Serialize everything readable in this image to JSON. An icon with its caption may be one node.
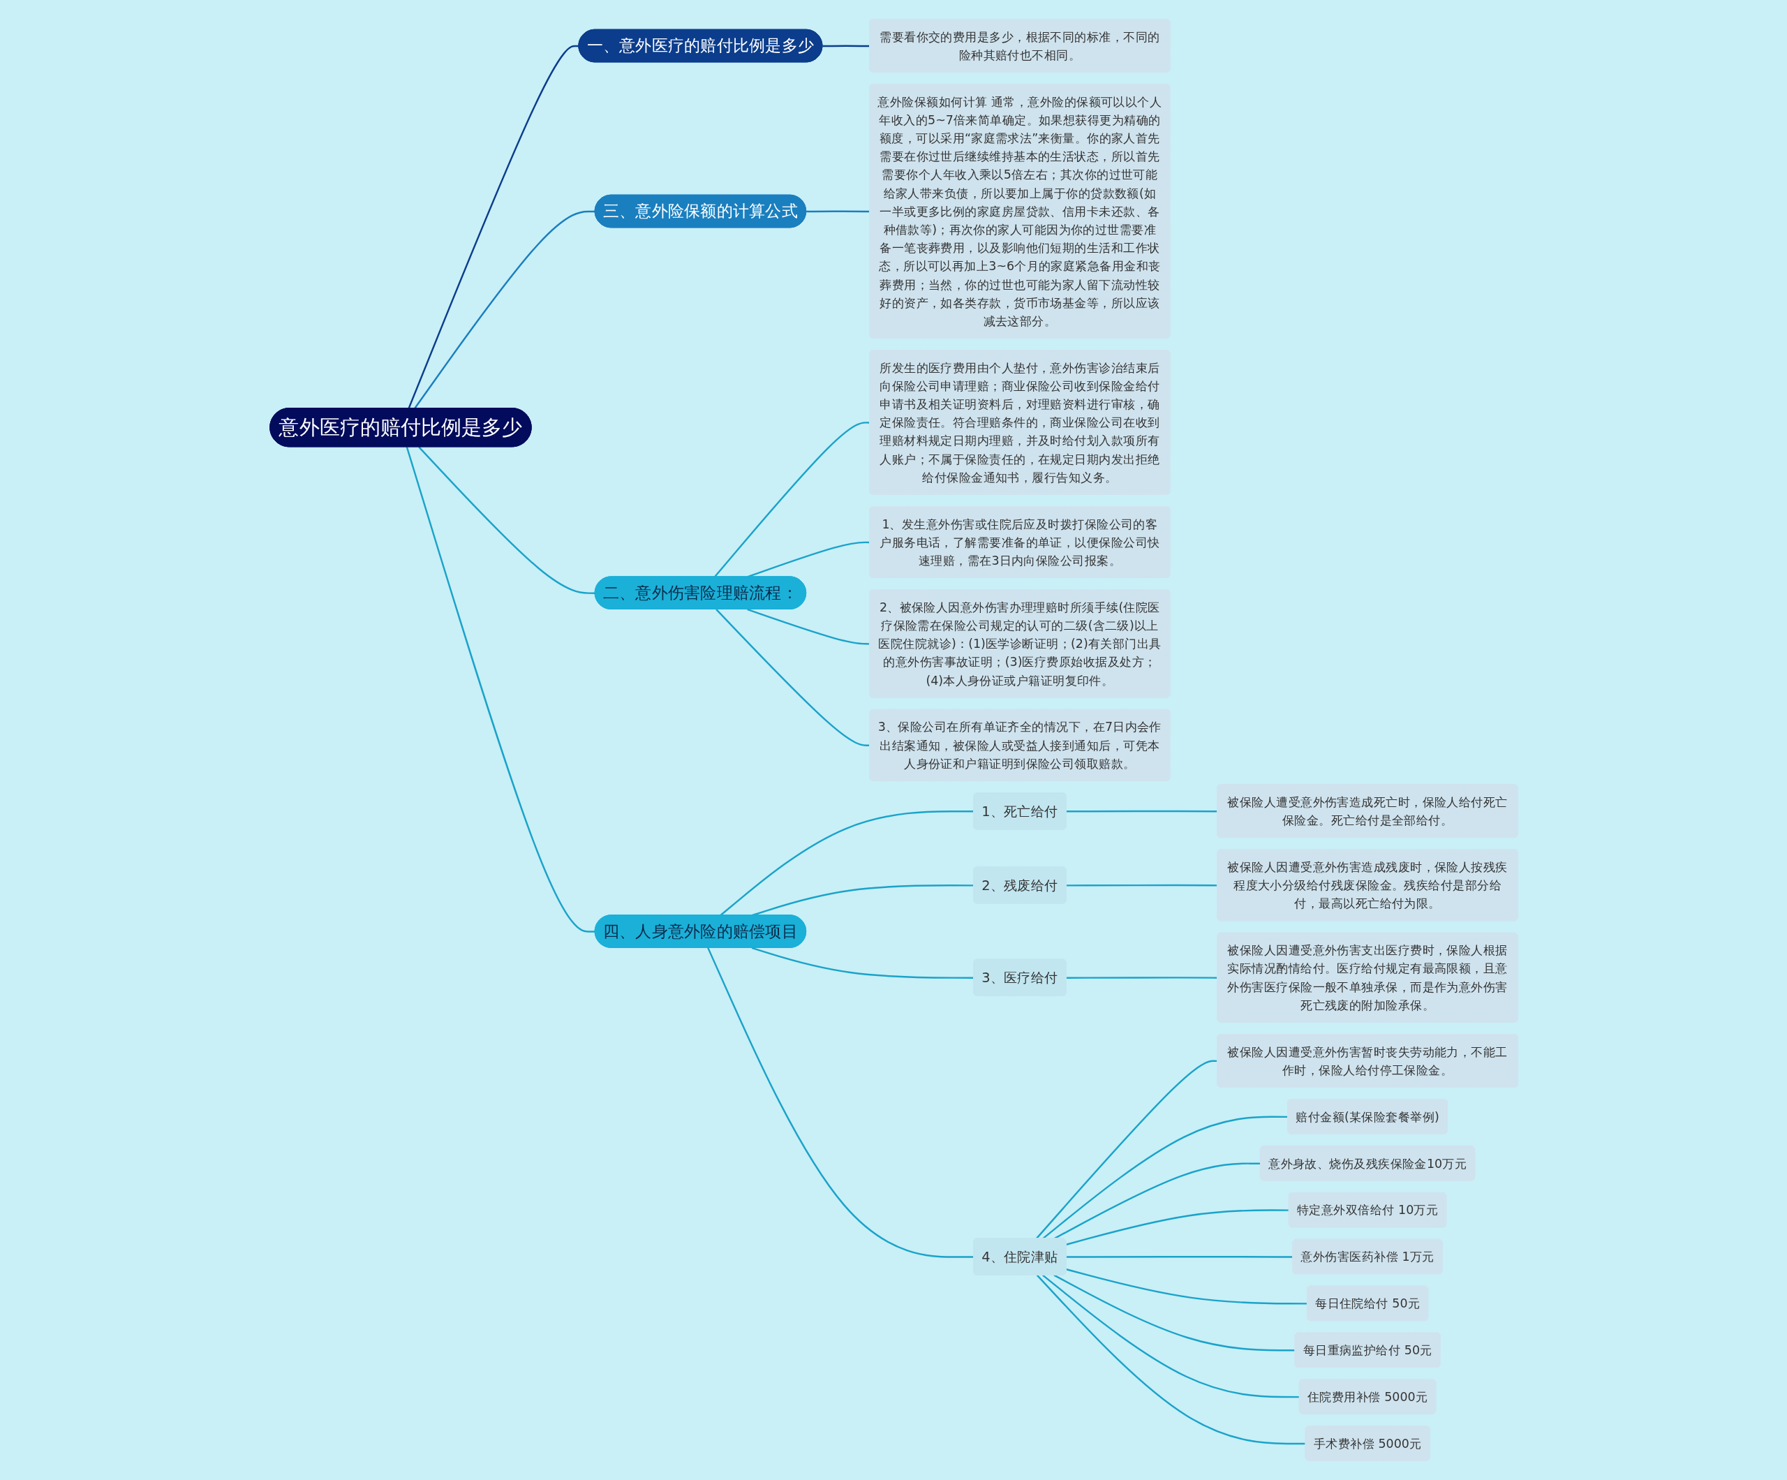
{
  "diagram": {
    "nodes": [
      {
        "text": [
          "意外医疗的赔付比例是多少"
        ]
      },
      {
        "text": [
          "一、意外医疗的赔付比例是多少"
        ]
      },
      {
        "text": [
          "需要看你交的费用是多少，根据不同的标准，不同的险种其赔付也不相同。"
        ]
      },
      {
        "text": [
          "三、意外险保额的计算公式"
        ]
      },
      {
        "text": [
          "意外险保额如何计算 通常，意外险的保额可以以个人年收入的5~7倍来简单确定。如果想获得更为精确的额度，可以采用“家庭需求法”来衡量。你的家人首先需要在你过世后继续维持基本的生活状态，所以首先需要你个人年收入乘以5倍左右；其次你的过世可能给家人带来负债，所以要加上属于你的贷款数额(如一半或更多比例的家庭房屋贷款、信用卡未还款、各种借款等)；再次你的家人可能因为你的过世需要准备一笔丧葬费用，以及影响他们短期的生活和工作状态，所以可以再加上3~6个月的家庭紧急备用金和丧葬费用；当然，你的过世也可能为家人留下流动性较好的资产，如各类存款，货币市场基金等，所以应该减去这部分。"
        ]
      },
      {
        "text": [
          "二、意外伤害险理赔流程："
        ]
      },
      {
        "text": [
          "所发生的医疗费用由个人垫付，意外伤害诊治结束后向保险公司申请理赔；商业保险公司收到保险金给付申请书及相关证明资料后，对理赔资料进行审核，确定保险责任。符合理赔条件的，商业保险公司在收到理赔材料规定日期内理赔，并及时给付划入款项所有人账户；不属于保险责任的，在规定日期内发出拒绝给付保险金通知书，履行告知义务。"
        ]
      },
      {
        "text": [
          "1、发生意外伤害或住院后应及时拨打保险公司的客户服务电话，了解需要准备的单证，以便保险公司快速理赔，需在3日内向保险公司报案。"
        ]
      },
      {
        "text": [
          "2、被保险人因意外伤害办理理赔时所须手续(住院医疗保险需在保险公司规定的认可的二级(含二级)以上医院住院就诊)：(1)医学诊断证明；(2)有关部门出具的意外伤害事故证明；(3)医疗费原始收据及处方；(4)本人身份证或户籍证明复印件。"
        ]
      },
      {
        "text": [
          "3、保险公司在所有单证齐全的情况下，在7日内会作出结案通知，被保险人或受益人接到通知后，可凭本人身份证和户籍证明到保险公司领取赔款。"
        ]
      },
      {
        "text": [
          "四、人身意外险的赔偿项目"
        ]
      },
      {
        "text": [
          "1、死亡给付"
        ]
      },
      {
        "text": [
          "被保险人遭受意外伤害造成死亡时，保险人给付死亡保险金。死亡给付是全部给付。"
        ]
      },
      {
        "text": [
          "2、残废给付"
        ]
      },
      {
        "text": [
          "被保险人因遭受意外伤害造成残废时，保险人按残疾程度大小分级给付残废保险金。残疾给付是部分给付，最高以死亡给付为限。"
        ]
      },
      {
        "text": [
          "3、医疗给付"
        ]
      },
      {
        "text": [
          "被保险人因遭受意外伤害支出医疗费时，保险人根据实际情况酌情给付。医疗给付规定有最高限额，且意外伤害医疗保险一般不单独承保，而是作为意外伤害死亡残废的附加险承保。"
        ]
      },
      {
        "text": [
          "4、住院津贴"
        ]
      },
      {
        "text": [
          "被保险人因遭受意外伤害暂时丧失劳动能力，不能工作时，保险人给付停工保险金。"
        ]
      },
      {
        "text": [
          "赔付金额(某保险套餐举例)"
        ]
      },
      {
        "text": [
          "意外身故、烧伤及残疾保险金10万元"
        ]
      },
      {
        "text": [
          "特定意外双倍给付 10万元"
        ]
      },
      {
        "text": [
          "意外伤害医药补偿 1万元"
        ]
      },
      {
        "text": [
          "每日住院给付 50元"
        ]
      },
      {
        "text": [
          "每日重病监护给付 50元"
        ]
      },
      {
        "text": [
          "住院费用补偿 5000元"
        ]
      },
      {
        "text": [
          "手术费补偿 5000元"
        ]
      }
    ],
    "edges": [
      {
        "from": 0,
        "to": 1,
        "arrow": "none",
        "color": "#0b3d8c"
      },
      {
        "from": 1,
        "to": 2,
        "arrow": "none",
        "color": "#0b3d8c"
      },
      {
        "from": 0,
        "to": 3,
        "arrow": "none",
        "color": "#1a7fbf"
      },
      {
        "from": 3,
        "to": 4,
        "arrow": "none",
        "color": "#1a7fbf"
      },
      {
        "from": 0,
        "to": 5,
        "arrow": "none"
      },
      {
        "from": 5,
        "to": 6,
        "arrow": "none"
      },
      {
        "from": 5,
        "to": 7,
        "arrow": "none"
      },
      {
        "from": 5,
        "to": 8,
        "arrow": "none"
      },
      {
        "from": 5,
        "to": 9,
        "arrow": "none"
      },
      {
        "from": 0,
        "to": 10,
        "arrow": "none"
      },
      {
        "from": 10,
        "to": 11,
        "arrow": "none"
      },
      {
        "from": 11,
        "to": 12,
        "arrow": "none"
      },
      {
        "from": 10,
        "to": 13,
        "arrow": "none"
      },
      {
        "from": 13,
        "to": 14,
        "arrow": "none"
      },
      {
        "from": 10,
        "to": 15,
        "arrow": "none"
      },
      {
        "from": 15,
        "to": 16,
        "arrow": "none"
      },
      {
        "from": 10,
        "to": 17,
        "arrow": "none"
      },
      {
        "from": 17,
        "to": 18,
        "arrow": "none"
      },
      {
        "from": 17,
        "to": 19,
        "arrow": "none"
      },
      {
        "from": 17,
        "to": 20,
        "arrow": "none"
      },
      {
        "from": 17,
        "to": 21,
        "arrow": "none"
      },
      {
        "from": 17,
        "to": 22,
        "arrow": "none"
      },
      {
        "from": 17,
        "to": 23,
        "arrow": "none"
      },
      {
        "from": 17,
        "to": 24,
        "arrow": "none"
      },
      {
        "from": 17,
        "to": 25,
        "arrow": "none"
      },
      {
        "from": 17,
        "to": 26,
        "arrow": "none"
      }
    ]
  }
}
